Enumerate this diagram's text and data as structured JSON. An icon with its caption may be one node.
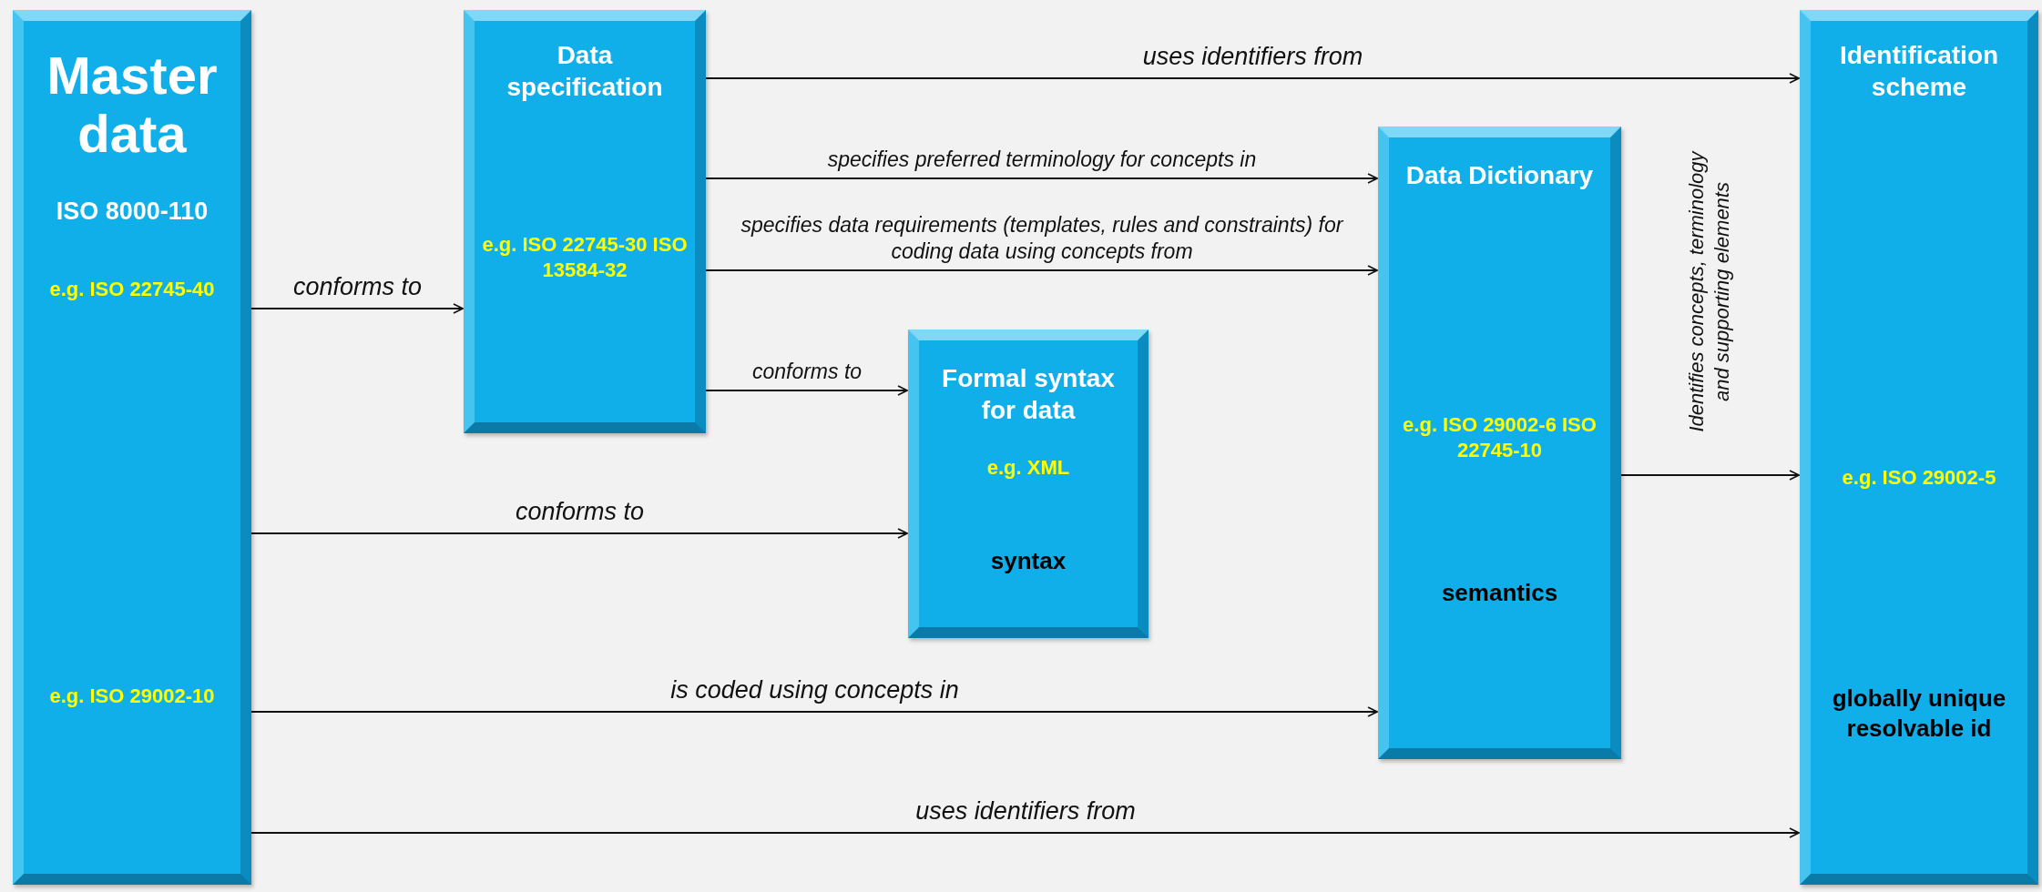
{
  "diagram": {
    "nodes": [
      {
        "text": [
          "Master data",
          "ISO 8000-110",
          "e.g. ISO 22745-40",
          "e.g. ISO 29002-10"
        ]
      },
      {
        "text": [
          "Data specification",
          "e.g. ISO 22745-30 ISO 13584-32"
        ]
      },
      {
        "text": [
          "Formal syntax for data",
          "e.g. XML",
          "syntax"
        ]
      },
      {
        "text": [
          "Data Dictionary",
          "e.g. ISO 29002-6 ISO 22745-10",
          "semantics"
        ]
      },
      {
        "text": [
          "Identification scheme",
          "e.g. ISO 29002-5",
          "globally unique resolvable id"
        ]
      }
    ],
    "edges": [
      {
        "from": 0,
        "to": 1,
        "arrow": "to",
        "label": "conforms to"
      },
      {
        "from": 1,
        "to": 4,
        "arrow": "to",
        "label": "uses identifiers from"
      },
      {
        "from": 1,
        "to": 3,
        "arrow": "to",
        "label": "specifies preferred terminology for concepts in"
      },
      {
        "from": 1,
        "to": 3,
        "arrow": "to",
        "label": "specifies data requirements (templates, rules and constraints) for coding data using concepts from"
      },
      {
        "from": 1,
        "to": 2,
        "arrow": "to",
        "label": "conforms to"
      },
      {
        "from": 0,
        "to": 2,
        "arrow": "to",
        "label": "conforms to"
      },
      {
        "from": 0,
        "to": 3,
        "arrow": "to",
        "label": "is coded using concepts in"
      },
      {
        "from": 0,
        "to": 4,
        "arrow": "to",
        "label": "uses identifiers from"
      },
      {
        "from": 3,
        "to": 4,
        "arrow": "to",
        "label": "Identifies concepts, terminology and supporting elements"
      }
    ]
  }
}
